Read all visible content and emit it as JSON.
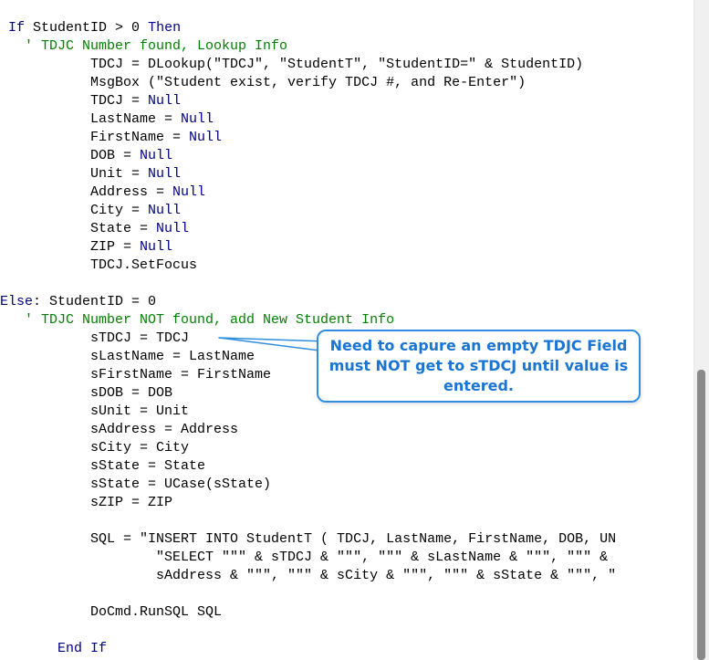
{
  "code_lines": [
    [
      {
        "t": " "
      },
      {
        "t": "If",
        "c": "kw"
      },
      {
        "t": " StudentID > 0 "
      },
      {
        "t": "Then",
        "c": "kw"
      }
    ],
    [
      {
        "t": "   ' TDJC Number found, Lookup Info",
        "c": "cm"
      }
    ],
    [
      {
        "t": "           TDCJ = DLookup(\"TDCJ\", \"StudentT\", \"StudentID=\" & StudentID)"
      }
    ],
    [
      {
        "t": "           MsgBox (\"Student exist, verify TDCJ #, and Re-Enter\")"
      }
    ],
    [
      {
        "t": "           TDCJ = "
      },
      {
        "t": "Null",
        "c": "kw"
      }
    ],
    [
      {
        "t": "           LastName = "
      },
      {
        "t": "Null",
        "c": "kw"
      }
    ],
    [
      {
        "t": "           FirstName = "
      },
      {
        "t": "Null",
        "c": "kw"
      }
    ],
    [
      {
        "t": "           DOB = "
      },
      {
        "t": "Null",
        "c": "kw"
      }
    ],
    [
      {
        "t": "           Unit = "
      },
      {
        "t": "Null",
        "c": "kw"
      }
    ],
    [
      {
        "t": "           Address = "
      },
      {
        "t": "Null",
        "c": "kw"
      }
    ],
    [
      {
        "t": "           City = "
      },
      {
        "t": "Null",
        "c": "kw"
      }
    ],
    [
      {
        "t": "           State = "
      },
      {
        "t": "Null",
        "c": "kw"
      }
    ],
    [
      {
        "t": "           ZIP = "
      },
      {
        "t": "Null",
        "c": "kw"
      }
    ],
    [
      {
        "t": "           TDCJ.SetFocus"
      }
    ],
    [
      {
        "t": ""
      }
    ],
    [
      {
        "t": "Else",
        "c": "kw"
      },
      {
        "t": ": StudentID = 0"
      }
    ],
    [
      {
        "t": "   ' TDJC Number NOT found, add New Student Info",
        "c": "cm"
      }
    ],
    [
      {
        "t": "           sTDCJ = TDCJ"
      }
    ],
    [
      {
        "t": "           sLastName = LastName"
      }
    ],
    [
      {
        "t": "           sFirstName = FirstName"
      }
    ],
    [
      {
        "t": "           sDOB = DOB"
      }
    ],
    [
      {
        "t": "           sUnit = Unit"
      }
    ],
    [
      {
        "t": "           sAddress = Address"
      }
    ],
    [
      {
        "t": "           sCity = City"
      }
    ],
    [
      {
        "t": "           sState = State"
      }
    ],
    [
      {
        "t": "           sState = UCase(sState)"
      }
    ],
    [
      {
        "t": "           sZIP = ZIP"
      }
    ],
    [
      {
        "t": ""
      }
    ],
    [
      {
        "t": "           SQL = \"INSERT INTO StudentT ( TDCJ, LastName, FirstName, DOB, UN"
      }
    ],
    [
      {
        "t": "                   \"SELECT \"\"\" & sTDCJ & \"\"\", \"\"\" & sLastName & \"\"\", \"\"\" &"
      }
    ],
    [
      {
        "t": "                   sAddress & \"\"\", \"\"\" & sCity & \"\"\", \"\"\" & sState & \"\"\", \""
      }
    ],
    [
      {
        "t": ""
      }
    ],
    [
      {
        "t": "           DoCmd.RunSQL SQL"
      }
    ],
    [
      {
        "t": ""
      }
    ],
    [
      {
        "t": "       "
      },
      {
        "t": "End If",
        "c": "kw"
      }
    ]
  ],
  "callout": {
    "line1": "Need to capure an empty TDJC Field",
    "line2": "must NOT get to sTDCJ until value is",
    "line3": "entered."
  },
  "colors": {
    "keyword": "#000080",
    "comment": "#008000",
    "callout_border": "#2f8ee0",
    "callout_text": "#1a75d2"
  }
}
